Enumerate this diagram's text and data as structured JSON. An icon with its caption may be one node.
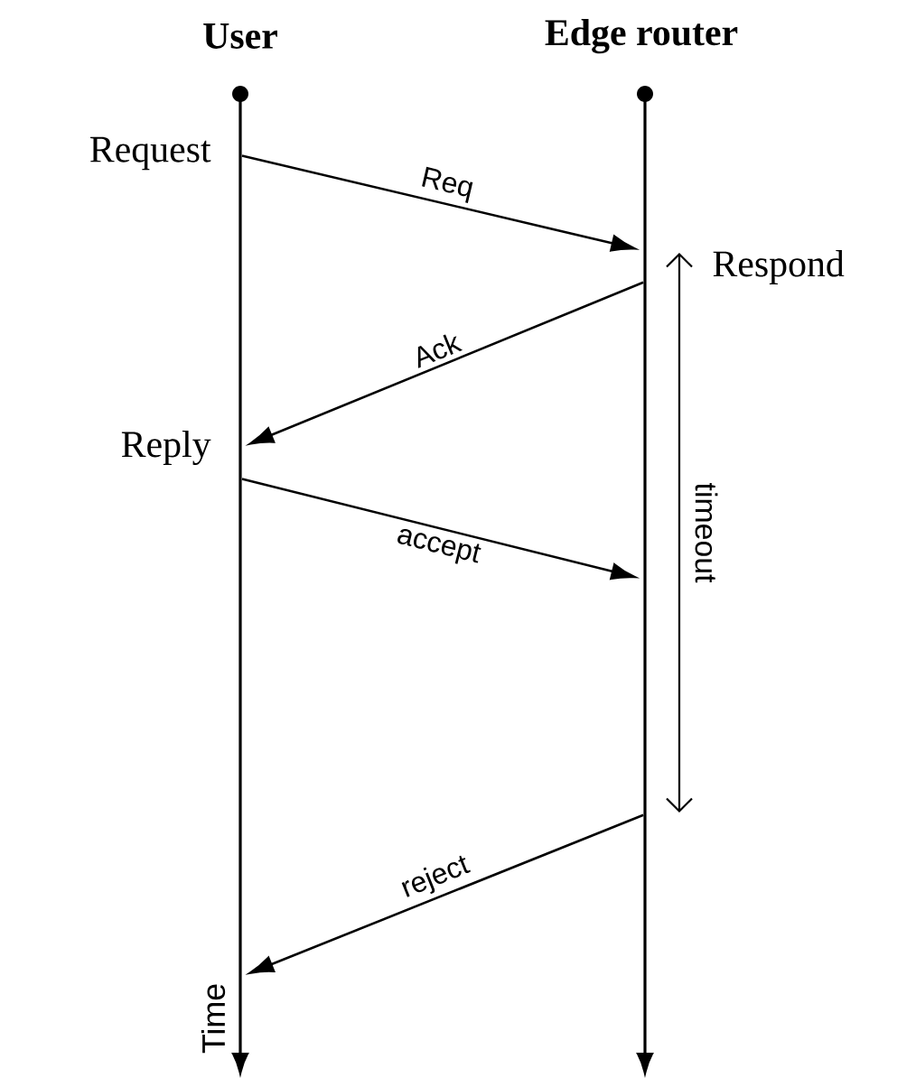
{
  "diagram": {
    "nodes": [
      {
        "text": [],
        "shape": "line",
        "beside": [
          "User"
        ]
      },
      {
        "text": [],
        "shape": "line",
        "beside": [
          "Edge router"
        ]
      }
    ],
    "edges": [
      {
        "from": 0,
        "to": 1,
        "arrow": "to",
        "label": "Req"
      },
      {
        "from": 1,
        "to": 0,
        "arrow": "to",
        "label": "Ack"
      },
      {
        "from": 0,
        "to": 1,
        "arrow": "to",
        "label": "accept"
      },
      {
        "from": 1,
        "to": 0,
        "arrow": "to",
        "label": "reject"
      }
    ],
    "labels": [
      "Request",
      "Respond",
      "Reply",
      "timeout",
      "Time"
    ]
  }
}
